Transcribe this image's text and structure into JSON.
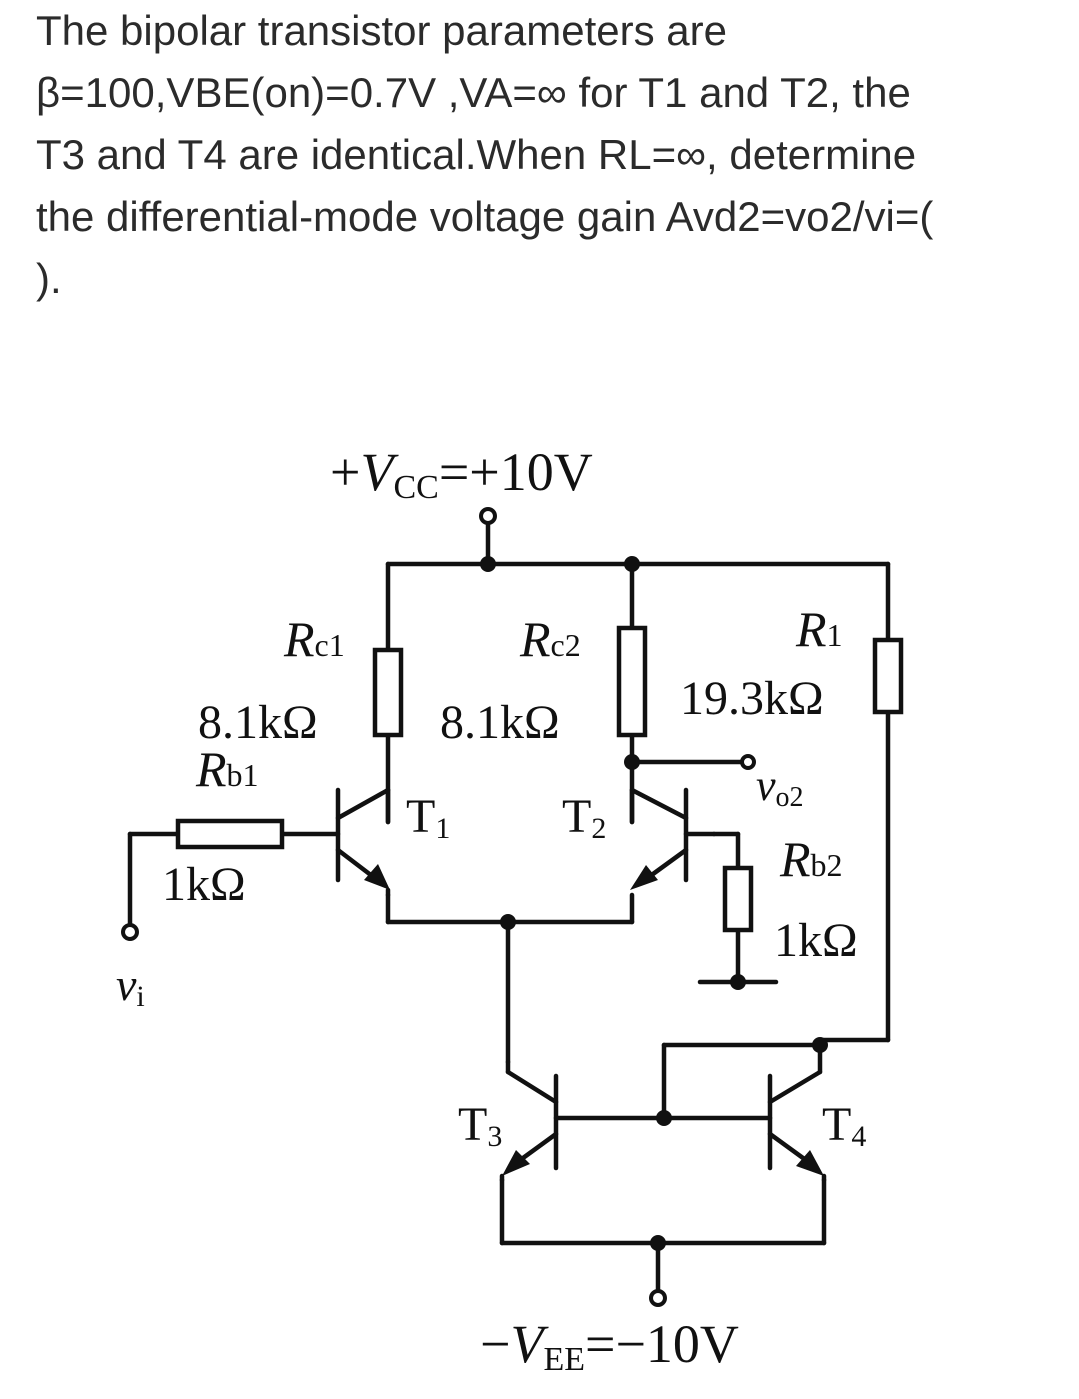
{
  "question": {
    "lines": [
      "The bipolar transistor parameters are",
      "β=100,VBE(on)=0.7V ,VA=∞ for T1 and T2, the",
      "T3 and T4 are identical.When RL=∞, determine",
      "the differential-mode voltage gain Avd2=vo2/vi=(",
      " )."
    ]
  },
  "circuit": {
    "vcc": {
      "prefix": "+",
      "symbol": "V",
      "sub": "CC",
      "value": "=+10V"
    },
    "vee": {
      "prefix": "−",
      "symbol": "V",
      "sub": "EE",
      "value": "=−10V"
    },
    "rc1": {
      "symbol": "R",
      "sub": "c1",
      "value": "8.1kΩ"
    },
    "rc2": {
      "symbol": "R",
      "sub": "c2",
      "value": "8.1kΩ"
    },
    "r1": {
      "symbol": "R",
      "sub": "1",
      "value": "19.3kΩ"
    },
    "rb1": {
      "symbol": "R",
      "sub": "b1",
      "value": "1kΩ"
    },
    "rb2": {
      "symbol": "R",
      "sub": "b2",
      "value": "1kΩ"
    },
    "t1": {
      "symbol": "T",
      "sub": "1"
    },
    "t2": {
      "symbol": "T",
      "sub": "2"
    },
    "t3": {
      "symbol": "T",
      "sub": "3"
    },
    "t4": {
      "symbol": "T",
      "sub": "4"
    },
    "vo2": {
      "symbol": "v",
      "sub": "o2"
    },
    "vi": {
      "symbol": "v",
      "sub": "i"
    }
  }
}
